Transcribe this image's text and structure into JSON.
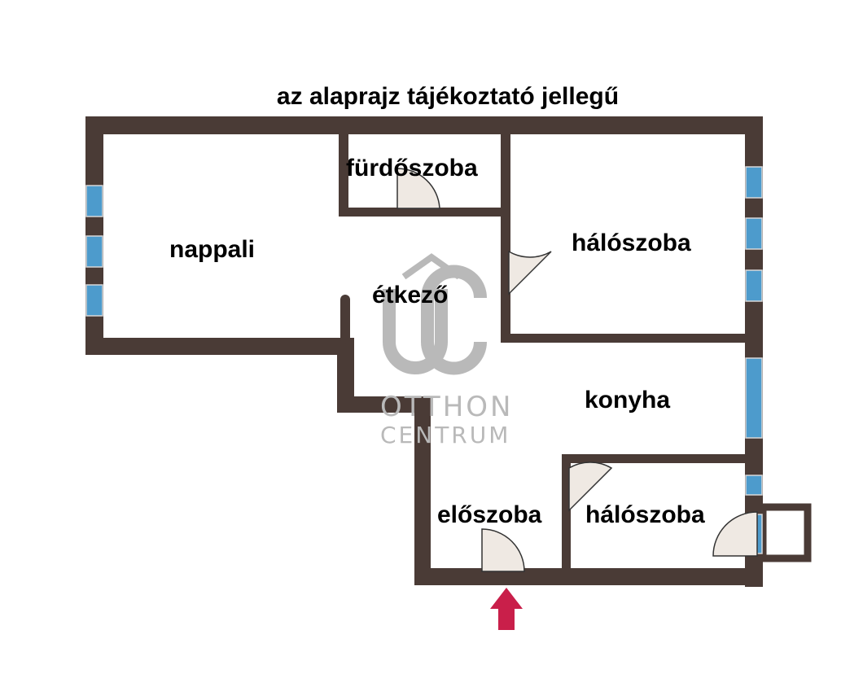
{
  "title": "az alaprajz tájékoztató jellegű",
  "rooms": {
    "furdoszoba": "fürdőszoba",
    "nappali": "nappali",
    "haloszoba_1": "hálószoba",
    "etkezo": "étkező",
    "konyha": "konyha",
    "eloszoba": "előszoba",
    "haloszoba_2": "hálószoba"
  },
  "watermark": {
    "logo": "OC",
    "line1": "OTTHON",
    "line2": "CENTRUM"
  },
  "colors": {
    "wall": "#4a3b36",
    "window": "#4d9bcc",
    "door_fill": "#efe9e3",
    "entrance_arrow": "#c91f4a",
    "watermark": "#b9b9b9"
  }
}
